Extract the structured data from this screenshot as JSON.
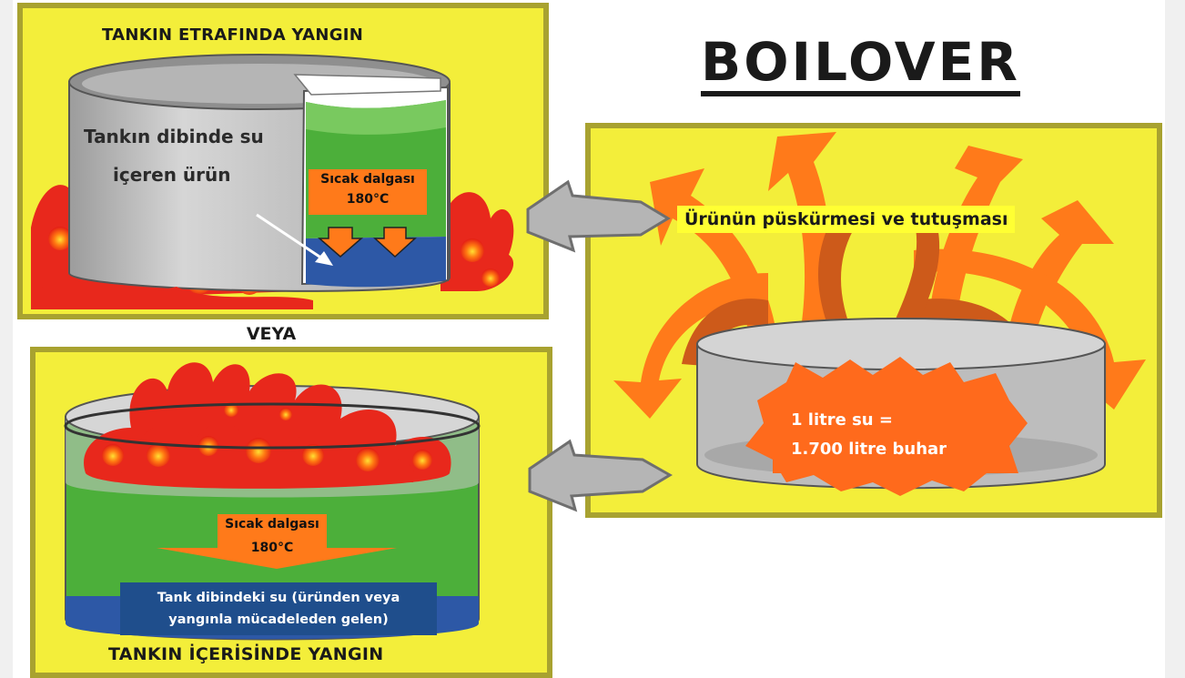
{
  "main_title": "BOILOVER",
  "top_panel": {
    "title": "TANKIN ETRAFINDA YANGIN",
    "tank_text_line1": "Tankın dibinde su",
    "tank_text_line2": "içeren ürün",
    "heat_wave_label": "Sıcak dalgası",
    "heat_wave_temp": "180°C"
  },
  "separator_label": "VEYA",
  "bottom_panel": {
    "title": "TANKIN İÇERİSİNDE YANGIN",
    "heat_wave_label": "Sıcak dalgası",
    "heat_wave_temp": "180°C",
    "water_line1": "Tank dibindeki su (üründen veya",
    "water_line2": "yangınla mücadeleden gelen)"
  },
  "right_panel": {
    "eruption_label": "Ürünün püskürmesi ve tutuşması",
    "steam_line1": "1 litre su =",
    "steam_line2": "1.700 litre buhar"
  },
  "colors": {
    "panel_yellow": "#f3ee3a",
    "panel_border": "#a8a230",
    "oil_green": "#4caf3a",
    "water_blue": "#1f4e8c",
    "fire_red": "#e8281c",
    "flame_orange": "#ff7a1a",
    "tank_gray": "#c2c2c2"
  }
}
